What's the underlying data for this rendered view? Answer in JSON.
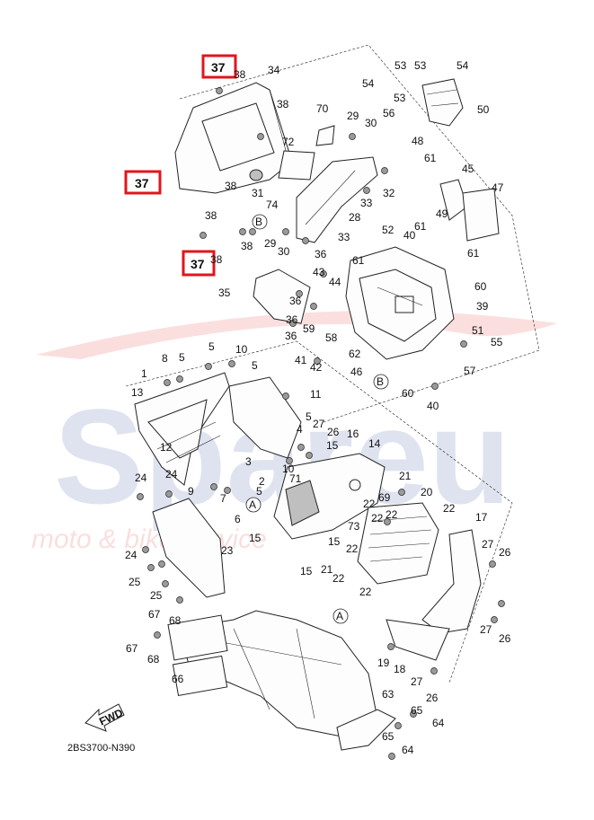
{
  "watermark": {
    "brand": "Spareu",
    "tagline": "moto & bike service"
  },
  "diagram_code": "2BS3700-N390",
  "fwd_label": "FWD",
  "ref_markers": [
    "A",
    "B"
  ],
  "highlight_label": "37",
  "highlight_color": "#e0161b",
  "watermark_blue": "#3d5aa8",
  "watermark_red": "#e53a3a",
  "callouts": [
    {
      "id": "c34",
      "text": "34"
    },
    {
      "id": "c38a",
      "text": "38"
    },
    {
      "id": "c38b",
      "text": "38"
    },
    {
      "id": "c70",
      "text": "70"
    },
    {
      "id": "c29a",
      "text": "29"
    },
    {
      "id": "c30a",
      "text": "30"
    },
    {
      "id": "c72",
      "text": "72"
    },
    {
      "id": "c31",
      "text": "31"
    },
    {
      "id": "c38c",
      "text": "38"
    },
    {
      "id": "c38d",
      "text": "38"
    },
    {
      "id": "c74",
      "text": "74"
    },
    {
      "id": "c53a",
      "text": "53"
    },
    {
      "id": "c53b",
      "text": "53"
    },
    {
      "id": "c54a",
      "text": "54"
    },
    {
      "id": "c54b",
      "text": "54"
    },
    {
      "id": "c53c",
      "text": "53"
    },
    {
      "id": "c50",
      "text": "50"
    },
    {
      "id": "c56",
      "text": "56"
    },
    {
      "id": "c48",
      "text": "48"
    },
    {
      "id": "c61a",
      "text": "61"
    },
    {
      "id": "c45",
      "text": "45"
    },
    {
      "id": "c47",
      "text": "47"
    },
    {
      "id": "c49",
      "text": "49"
    },
    {
      "id": "c33a",
      "text": "33"
    },
    {
      "id": "c32",
      "text": "32"
    },
    {
      "id": "c28",
      "text": "28"
    },
    {
      "id": "c29b",
      "text": "29"
    },
    {
      "id": "c30b",
      "text": "30"
    },
    {
      "id": "c33b",
      "text": "33"
    },
    {
      "id": "c38e",
      "text": "38"
    },
    {
      "id": "c38f",
      "text": "38"
    },
    {
      "id": "c36a",
      "text": "36"
    },
    {
      "id": "c52",
      "text": "52"
    },
    {
      "id": "c40a",
      "text": "40"
    },
    {
      "id": "c61b",
      "text": "61"
    },
    {
      "id": "c61c",
      "text": "61"
    },
    {
      "id": "c35",
      "text": "35"
    },
    {
      "id": "c43",
      "text": "43"
    },
    {
      "id": "c44",
      "text": "44"
    },
    {
      "id": "c61d",
      "text": "61"
    },
    {
      "id": "c36b",
      "text": "36"
    },
    {
      "id": "c36c",
      "text": "36"
    },
    {
      "id": "c36d",
      "text": "36"
    },
    {
      "id": "c59",
      "text": "59"
    },
    {
      "id": "c60",
      "text": "60"
    },
    {
      "id": "c39",
      "text": "39"
    },
    {
      "id": "c51",
      "text": "51"
    },
    {
      "id": "c55",
      "text": "55"
    },
    {
      "id": "c58",
      "text": "58"
    },
    {
      "id": "c41",
      "text": "41"
    },
    {
      "id": "c42",
      "text": "42"
    },
    {
      "id": "c62",
      "text": "62"
    },
    {
      "id": "c46",
      "text": "46"
    },
    {
      "id": "c57",
      "text": "57"
    },
    {
      "id": "c60b",
      "text": "60"
    },
    {
      "id": "c40b",
      "text": "40"
    },
    {
      "id": "c5a",
      "text": "5"
    },
    {
      "id": "c8",
      "text": "8"
    },
    {
      "id": "c5b",
      "text": "5"
    },
    {
      "id": "c10a",
      "text": "10"
    },
    {
      "id": "c5c",
      "text": "5"
    },
    {
      "id": "c1",
      "text": "1"
    },
    {
      "id": "c13",
      "text": "13"
    },
    {
      "id": "c11",
      "text": "11"
    },
    {
      "id": "c5d",
      "text": "5"
    },
    {
      "id": "c27a",
      "text": "27"
    },
    {
      "id": "c4",
      "text": "4"
    },
    {
      "id": "c26a",
      "text": "26"
    },
    {
      "id": "c16",
      "text": "16"
    },
    {
      "id": "c15a",
      "text": "15"
    },
    {
      "id": "c12",
      "text": "12"
    },
    {
      "id": "c14",
      "text": "14"
    },
    {
      "id": "c3",
      "text": "3"
    },
    {
      "id": "c10b",
      "text": "10"
    },
    {
      "id": "c71",
      "text": "71"
    },
    {
      "id": "c2",
      "text": "2"
    },
    {
      "id": "c5e",
      "text": "5"
    },
    {
      "id": "c21a",
      "text": "21"
    },
    {
      "id": "c24a",
      "text": "24"
    },
    {
      "id": "c24b",
      "text": "24"
    },
    {
      "id": "c9",
      "text": "9"
    },
    {
      "id": "c7",
      "text": "7"
    },
    {
      "id": "c6",
      "text": "6"
    },
    {
      "id": "c69",
      "text": "69"
    },
    {
      "id": "c20",
      "text": "20"
    },
    {
      "id": "c22a",
      "text": "22"
    },
    {
      "id": "c22b",
      "text": "22"
    },
    {
      "id": "c22c",
      "text": "22"
    },
    {
      "id": "c17",
      "text": "17"
    },
    {
      "id": "c73",
      "text": "73"
    },
    {
      "id": "c22d",
      "text": "22"
    },
    {
      "id": "c15b",
      "text": "15"
    },
    {
      "id": "c15c",
      "text": "15"
    },
    {
      "id": "c24c",
      "text": "24"
    },
    {
      "id": "c23",
      "text": "23"
    },
    {
      "id": "c22e",
      "text": "22"
    },
    {
      "id": "c21b",
      "text": "21"
    },
    {
      "id": "c22f",
      "text": "22"
    },
    {
      "id": "c27b",
      "text": "27"
    },
    {
      "id": "c26b",
      "text": "26"
    },
    {
      "id": "c15d",
      "text": "15"
    },
    {
      "id": "c22g",
      "text": "22"
    },
    {
      "id": "c25a",
      "text": "25"
    },
    {
      "id": "c25b",
      "text": "25"
    },
    {
      "id": "c67a",
      "text": "67"
    },
    {
      "id": "c68a",
      "text": "68"
    },
    {
      "id": "c27c",
      "text": "27"
    },
    {
      "id": "c26c",
      "text": "26"
    },
    {
      "id": "c67b",
      "text": "67"
    },
    {
      "id": "c68b",
      "text": "68"
    },
    {
      "id": "c66",
      "text": "66"
    },
    {
      "id": "c19",
      "text": "19"
    },
    {
      "id": "c18",
      "text": "18"
    },
    {
      "id": "c27d",
      "text": "27"
    },
    {
      "id": "c26d",
      "text": "26"
    },
    {
      "id": "c63",
      "text": "63"
    },
    {
      "id": "c65a",
      "text": "65"
    },
    {
      "id": "c64a",
      "text": "64"
    },
    {
      "id": "c65b",
      "text": "65"
    },
    {
      "id": "c64b",
      "text": "64"
    }
  ]
}
